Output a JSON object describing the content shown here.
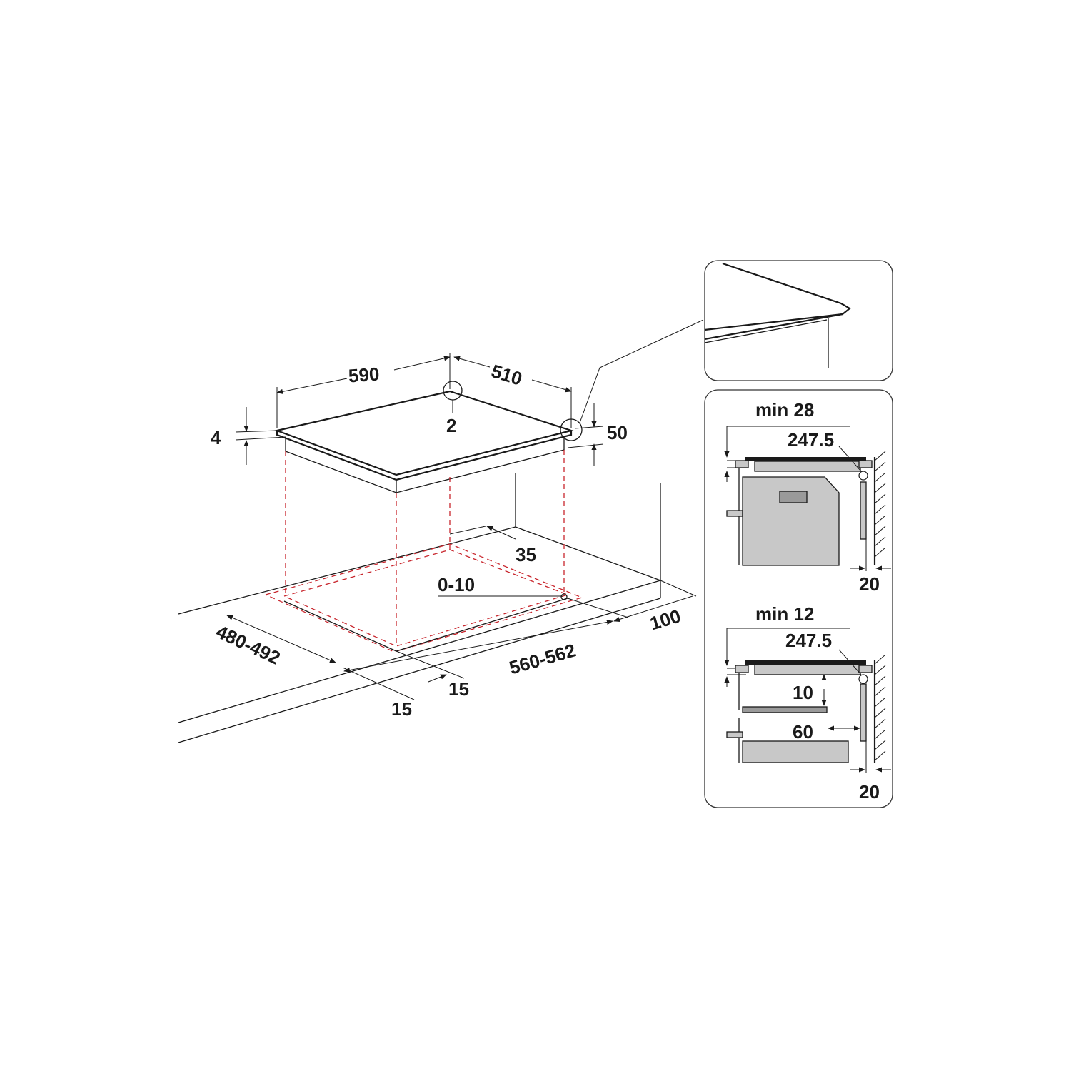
{
  "main": {
    "width_590": "590",
    "depth_510": "510",
    "corner_radius": "2",
    "thickness_4": "4",
    "height_50": "50",
    "edge_35": "35",
    "range_0_10": "0-10",
    "cutout_depth": "480-492",
    "cutout_width": "560-562",
    "clear_100": "100",
    "front_15_a": "15",
    "front_15_b": "15"
  },
  "detail_a": {
    "min_label": "min 28",
    "offset": "247.5",
    "wall_gap": "20"
  },
  "detail_b": {
    "min_label": "min 12",
    "offset": "247.5",
    "gap_10": "10",
    "gap_60": "60",
    "wall_gap": "20"
  }
}
